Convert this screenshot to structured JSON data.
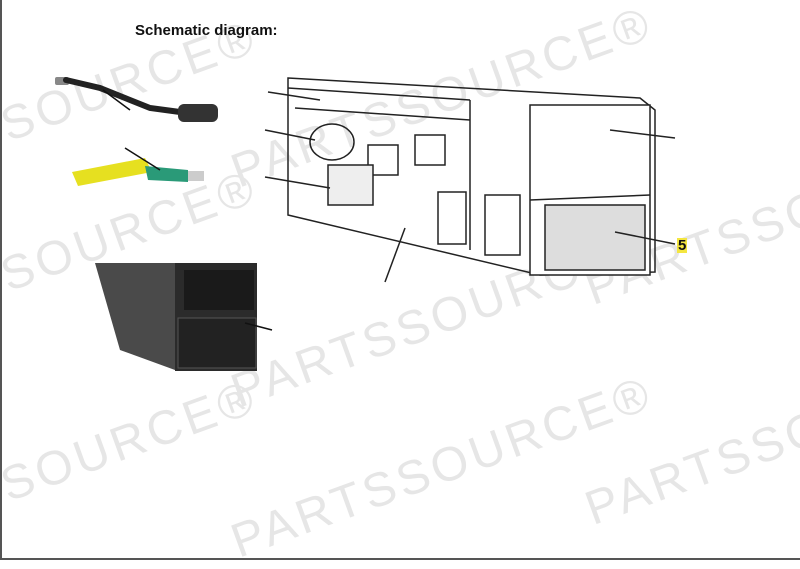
{
  "document": {
    "title": "Schematic diagram:",
    "watermark_text": "PARTSSOURCE",
    "callouts": [
      {
        "label": "5",
        "target": "front-fan-grille",
        "highlight_color": "#f4e640"
      }
    ],
    "figures": [
      {
        "name": "usb-cable",
        "description": "black cable with connectors"
      },
      {
        "name": "usb-stick-with-label",
        "label_color": "#e6e020",
        "body_color": "#2a9a78"
      },
      {
        "name": "workstation-tower-photo",
        "color": "#3a3a3a"
      },
      {
        "name": "open-chassis-line-drawing"
      }
    ]
  }
}
